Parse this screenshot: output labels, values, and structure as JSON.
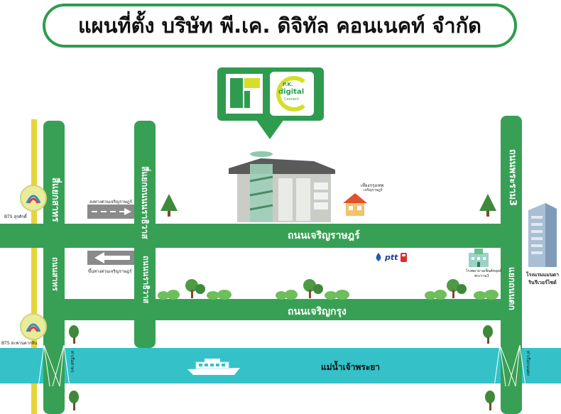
{
  "title": "แผนที่ตั้ง บริษัท พี.เค. ดิจิทัล คอนเนคท์ จำกัด",
  "logo": {
    "brand_line1": "P.K.",
    "brand_line2": "digital",
    "brand_line3": "Connect"
  },
  "roads": {
    "charoen_rat": "ถนนเจริญราษฎร์",
    "charoen_krung": "ถนนเจริญกรุง",
    "sathorn_top": "สี่แยกสาทร",
    "sathorn_bottom": "ถนนสาทร",
    "narathiwat_top": "สี่แยกถนนนราธิวาส",
    "narathiwat_bottom": "ถนนนราธิวาส",
    "rama3_top": "ถนนพระราม3",
    "rama3_bottom": "แยกถนนตก",
    "river_left": "ท่าเรือสาทร",
    "river_right": "ท่าเรือถนนตก"
  },
  "river": "แม่น้ำเจ้าพระยา",
  "stations": {
    "surasak": "BTS สุรศักดิ์",
    "saphan_taksin": "BTS สะพานตากสิน"
  },
  "flyovers": {
    "up": "ลงทางด่วนเจริญราษฎร์",
    "down": "ขึ้นทางด่วนเจริญราษฎร์"
  },
  "landmarks": {
    "house": "เที่ยงกรุงเทพ",
    "house_sub": "เจริญราษฎร์",
    "ptt": "ptt",
    "hospital": "โรงพยาบาลเซ็นต์หลุยส์",
    "hospital_sub": "พระราม3",
    "hotel": "โรงแรมแมนดารินรีเวอร์ไซด์"
  },
  "colors": {
    "road": "#38a055",
    "river": "#34c2c8",
    "bts_line": "#e6d43a",
    "title_border": "#2f9b4f"
  }
}
